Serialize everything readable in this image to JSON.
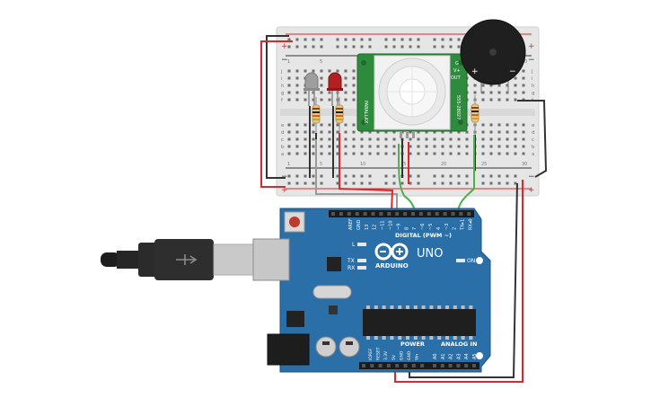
{
  "breadboard": {
    "row_letters": [
      "j",
      "i",
      "h",
      "g",
      "f",
      "e",
      "d",
      "c",
      "b",
      "a"
    ],
    "column_labels": [
      "1",
      "5",
      "10",
      "15",
      "20",
      "25",
      "30"
    ],
    "rail_plus": "+",
    "rail_minus": "−"
  },
  "pir_sensor": {
    "side_label": "PARALLAX",
    "part_number": "555-28027",
    "pin_labels": [
      "G",
      "V+",
      "OUT"
    ]
  },
  "buzzer": {
    "plus": "+",
    "minus": "−"
  },
  "arduino": {
    "brand": "ARDUINO",
    "model": "UNO",
    "digital_label": "DIGITAL (PWM ~)",
    "power_label": "POWER",
    "analog_label": "ANALOG IN",
    "on_label": "ON",
    "tx_label": "TX",
    "rx_label": "RX",
    "l_label": "L",
    "digital_pins": [
      "AREF",
      "GND",
      "13",
      "12",
      "~11",
      "~10",
      "~9",
      "8",
      "7",
      "~6",
      "~5",
      "4",
      "~3",
      "2",
      "TX▸1",
      "RX◂0"
    ],
    "power_pins": [
      "IOREF",
      "RESET",
      "3.3V",
      "5V",
      "GND",
      "GND",
      "Vin"
    ],
    "analog_pins": [
      "A0",
      "A1",
      "A2",
      "A3",
      "A4",
      "A5"
    ]
  },
  "colors": {
    "board_blue": "#2b6fa8",
    "wire_red": "#e0262c",
    "wire_black": "#333333",
    "wire_green": "#4caf50",
    "wire_gray": "#9a9a9a",
    "breadboard": "#e9e9e9",
    "pir_green": "#2e8b3e"
  }
}
